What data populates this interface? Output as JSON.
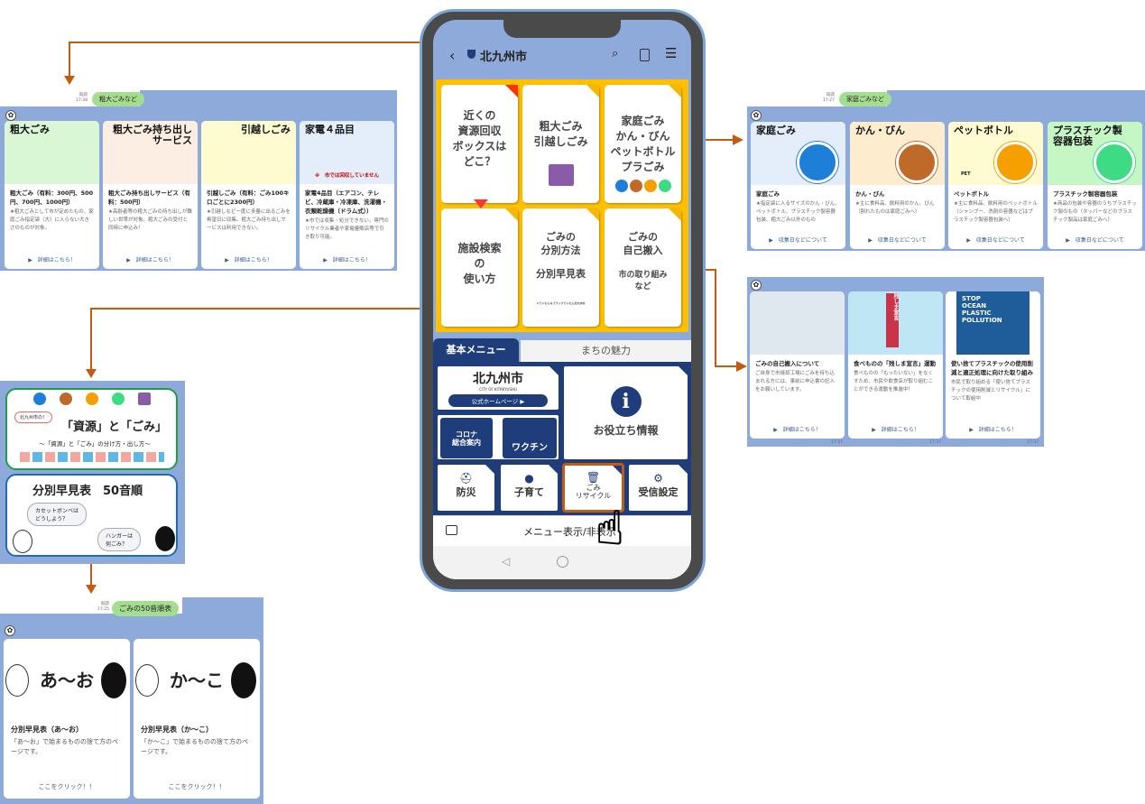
{
  "colors": {
    "panel": "#8eaadb",
    "bubble": "#a4dd8f",
    "arrow": "#c55a11",
    "tile_yellow": "#ffc000",
    "navy": "#1f3d7a"
  },
  "phone": {
    "header": {
      "back_icon": "chevron-left-icon",
      "title": "北九州市",
      "search_icon": "search-icon",
      "notes_icon": "notes-icon",
      "menu_icon": "hamburger-icon"
    },
    "tiles": [
      {
        "label": "近くの\n資源回収\nボックスは\nどこ？",
        "accent": "#ff3300"
      },
      {
        "label": "粗大ごみ\n引越しごみ",
        "icon": "bicycle-icon"
      },
      {
        "label": "家庭ごみ\nかん・びん\nペットボトル\nプラごみ"
      },
      {
        "label": "施設検索\nの\n使い方"
      },
      {
        "label": "ごみの\n分別方法",
        "sub": "分別早見表",
        "credit": "©ていたん＆ブラックていたん北九州市"
      },
      {
        "label": "ごみの\n自己搬入",
        "sub": "市の取り組み\nなど"
      }
    ],
    "tabs": [
      {
        "label": "基本メニュー",
        "active": true
      },
      {
        "label": "まちの魅力",
        "active": false
      }
    ],
    "menu": {
      "city": "北九州市",
      "city_en": "CITY OF KITAKYUSHU",
      "homepage": "公式ホームページ ▶",
      "corona": "コロナ\n総合案内",
      "vaccine": "ワクチン",
      "info": "お役立ち情報",
      "bousai": "防災",
      "kosodate": "子育て",
      "gomi": "ごみ\nリサイクル",
      "settings": "受信設定"
    },
    "bottom_bar": "メニュー表示/非表示"
  },
  "panel_sodai": {
    "read": "既読",
    "time": "17:38",
    "bubble": "粗大ごみなど",
    "cards": [
      {
        "img_title": "粗大ごみ",
        "title": "粗大ごみ（有料：300円、500円、700円、1000円）",
        "desc": "★粗大ごみとして市が定めたもの、家庭ごみ指定袋（大）に入らない大きさのものが対象。",
        "link": "▶　詳細はこちら！",
        "bg": "#d9f7d4"
      },
      {
        "img_title": "粗大ごみ持ち出し\nサービス",
        "title": "粗大ごみ持ち出しサービス（有料：500円）",
        "desc": "★高齢者等の粗大ごみの持ち出しが難しい世帯が対象。粗大ごみの受付と同時に申込み！",
        "link": "▶　詳細はこちら！",
        "bg": "#fdeee3"
      },
      {
        "img_title": "引越しごみ",
        "title": "引越しごみ（有料：ごみ100キロごとに2300円）",
        "desc": "★引越しなど一度に多量に出るごみを希望日に収集。粗大ごみ持ち出しサービスは利用できない。",
        "link": "▶　詳細はこちら！",
        "bg": "#fffbd0"
      },
      {
        "img_title": "家電４品目",
        "img_note": "※　市では回収していません",
        "title": "家電4品目（エアコン、テレビ、冷蔵庫・冷凍庫、洗濯機・衣類乾燥機（ドラム式））",
        "desc": "★市では収集・処分できない。専門のリサイクル業者や家電量販店等で引き取り可能。",
        "link": "▶　詳細はこちら！",
        "bg": "#e3eefa"
      }
    ]
  },
  "panel_katei": {
    "read": "既読",
    "time": "17:27",
    "bubble": "家庭ごみなど",
    "cards": [
      {
        "img_title": "家庭ごみ",
        "title": "家庭ごみ",
        "desc": "★指定袋に入るサイズのかん・びん、ペットボトル、プラスチック製容器包装、粗大ごみ以外のもの",
        "link": "▶　収集日などについて",
        "bg": "#e3eefa",
        "color": "#1e7fd8"
      },
      {
        "img_title": "かん・びん",
        "title": "かん・びん",
        "desc": "★主に食料品、飲料用のかん、びん（割れたものは家庭ごみへ）",
        "link": "▶　収集日などについて",
        "bg": "#fdeccd",
        "color": "#c06a2a"
      },
      {
        "img_title": "ペットボトル",
        "img_note": "PET",
        "title": "ペットボトル",
        "desc": "★主に食料品、飲料用のペットボトル（シャンプー、洗剤の容器などはプラスチック製容器包装へ）",
        "link": "▶　収集日などについて",
        "bg": "#fffbd0",
        "color": "#f5a000"
      },
      {
        "img_title": "プラスチック製\n容器包装",
        "title": "プラスチック製容器包装",
        "desc": "★商品の包装や容器のうちプラスチック製のもの（タッパーなどのプラスチック製品は家庭ごみへ）",
        "link": "▶　収集日などについて",
        "bg": "#c5f7c5",
        "color": "#3ddc84"
      }
    ]
  },
  "panel_jiko": {
    "times": [
      "17:37",
      "17:37",
      "17:37"
    ],
    "cards": [
      {
        "title": "ごみの自己搬入について",
        "desc": "ご自身で市焼却工場にごみを持ち込まれる方には、事前に申込書の記入をお願いしています。",
        "link": "▶　詳細はこちら！",
        "bg": "#dfe8ee"
      },
      {
        "title": "食べものの「残しま宣言」運動",
        "desc": "食べものの「もったいない」をなくすため、市民や飲食店が取り組むことができる運動を推進中！",
        "link": "▶　詳細はこちら！",
        "bg": "#bfe6f5",
        "banner": "残しま宣言"
      },
      {
        "title": "使い捨てプラスチックの使用削減と適正処理に向けた取り組み",
        "desc": "市民で取り組める「使い捨てプラスチックの使用削減とリサイクル」について取組中",
        "link": "▶　詳細はこちら！",
        "bg": "#1e5d99",
        "img_text": "STOP\nOCEAN\nPLASTIC\nPOLLUTION"
      }
    ]
  },
  "bunbetsu_image": {
    "badge": "北九州市の！",
    "title": "「資源」と「ごみ」",
    "subtitle": "～「資源」と「ごみ」の分け方・出し方～",
    "title2": "分別早見表　50音順",
    "q1": "カセットボンベは\nどうしよう？",
    "q2": "ハンガーは\n何ごみ？"
  },
  "panel_50on": {
    "read": "既読",
    "time": "17:25",
    "bubble": "ごみの50音順表",
    "cards": [
      {
        "img_text": "あ～お",
        "title": "分別早見表（あ～お）",
        "desc": "「あ～お」で始まるものの捨て方のページです。",
        "link": "ここをクリック！！"
      },
      {
        "img_text": "か～こ",
        "title": "分別早見表（か～こ）",
        "desc": "「か～こ」で始まるものの捨て方のページです。",
        "link": "ここをクリック！！"
      }
    ]
  }
}
